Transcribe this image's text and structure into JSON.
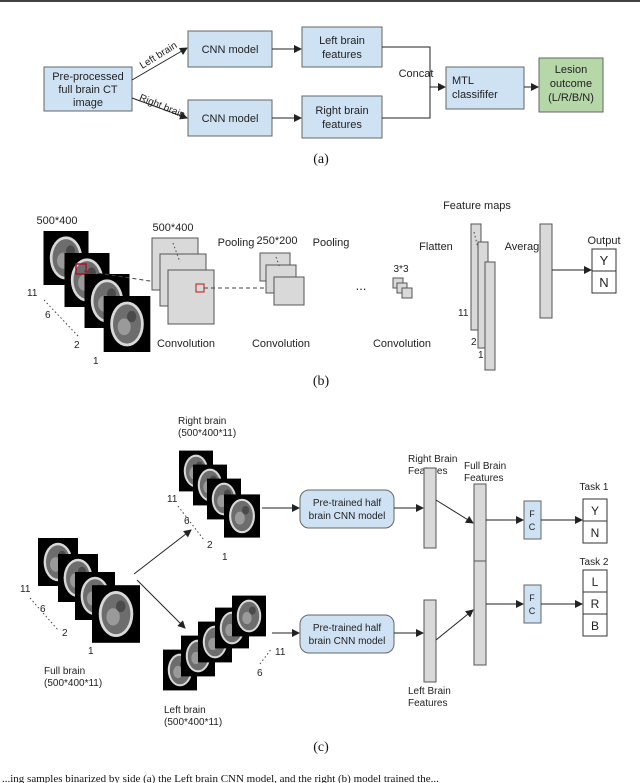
{
  "panel_a": {
    "input": [
      "Pre-processed",
      "full brain CT",
      "image"
    ],
    "edge_left": "Left brain",
    "edge_right": "Right brain",
    "cnn_top": "CNN model",
    "cnn_bottom": "CNN model",
    "feat_left": [
      "Left brain",
      "features"
    ],
    "feat_right": [
      "Right brain",
      "features"
    ],
    "concat": "Concat",
    "mtl": [
      "MTL",
      "classififer"
    ],
    "outcome": [
      "Lesion",
      "outcome",
      "(L/R/B/N)"
    ],
    "caption": "(a)",
    "colors": {
      "box_blue": "#cfe2f3",
      "box_green": "#b6d7a8"
    }
  },
  "panel_b": {
    "input_size": "500*400",
    "conv1_size": "500*400",
    "pool1_label": "Pooling",
    "pool_size": "250*200",
    "pool2_label": "Pooling",
    "dots": "...",
    "small_size": "3*3",
    "flatten": "Flatten",
    "feature_maps": "Feature maps",
    "average": "Average",
    "output": "Output",
    "out_y": "Y",
    "out_n": "N",
    "stack_11": "11",
    "stack_6": "6",
    "stack_2": "2",
    "stack_1": "1",
    "conv_label_1": "Convolution",
    "conv_label_2": "Convolution",
    "conv_label_3": "Convolution",
    "fm_11": "11",
    "fm_2": "2",
    "fm_1": "1",
    "caption": "(b)"
  },
  "panel_c": {
    "right_brain": [
      "Right brain",
      "(500*400*11)"
    ],
    "left_brain": [
      "Left brain",
      "(500*400*11)"
    ],
    "full_brain": [
      "Full brain",
      "(500*400*11)"
    ],
    "cnn_top": [
      "Pre-trained half",
      "brain CNN model"
    ],
    "cnn_bottom": [
      "Pre-trained half",
      "brain CNN model"
    ],
    "rb_features": [
      "Right Brain",
      "Features"
    ],
    "lb_features": [
      "Left Brain",
      "Features"
    ],
    "fb_features": [
      "Full Brain",
      "Features"
    ],
    "fc": [
      "F",
      "C"
    ],
    "task1": "Task 1",
    "task2": "Task 2",
    "t1_y": "Y",
    "t1_n": "N",
    "t2_l": "L",
    "t2_r": "R",
    "t2_b": "B",
    "n11": "11",
    "n6": "6",
    "n2": "2",
    "n1": "1",
    "caption": "(c)"
  },
  "footer_fragment": "...ing samples binarized by side (a) the Left brain CNN model, and the right (b) model trained the..."
}
